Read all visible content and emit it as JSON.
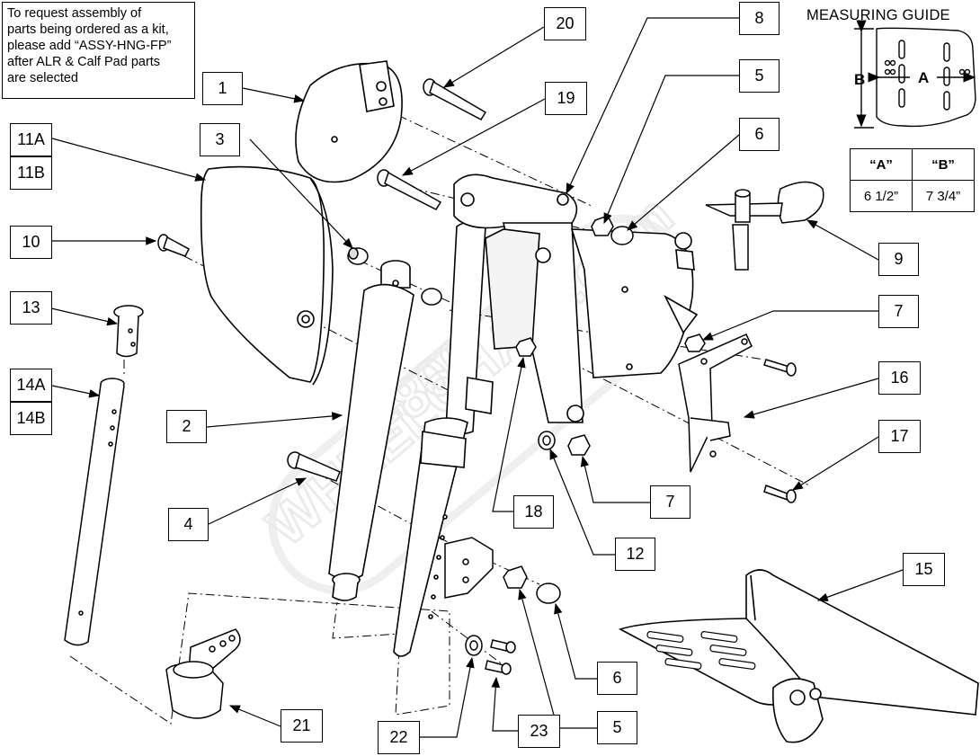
{
  "note": {
    "lines": [
      "To request assembly of",
      "parts being ordered as a kit,",
      "please add “ASSY-HNG-FP”",
      "after ALR & Calf Pad parts",
      "are selected"
    ]
  },
  "measuring_guide": {
    "title": "MEASURING GUIDE",
    "label_a": "A",
    "label_b": "B",
    "table": {
      "headers": [
        "“A”",
        "“B”"
      ],
      "values": [
        "6 1/2”",
        "7 3/4”"
      ]
    }
  },
  "callouts": {
    "c1": "1",
    "c2": "2",
    "c3": "3",
    "c4": "4",
    "c5a": "5",
    "c5b": "5",
    "c6a": "6",
    "c6b": "6",
    "c7a": "7",
    "c7b": "7",
    "c8": "8",
    "c9": "9",
    "c10": "10",
    "c11a": "11A",
    "c11b": "11B",
    "c12": "12",
    "c13": "13",
    "c14a": "14A",
    "c14b": "14B",
    "c15": "15",
    "c16": "16",
    "c17": "17",
    "c18": "18",
    "c19": "19",
    "c20": "20",
    "c21": "21",
    "c22": "22",
    "c23": "23"
  },
  "watermark": {
    "line1": "1-800",
    "line2": "WHEELCHAIR.com"
  },
  "colors": {
    "line": "#000000",
    "part_fill": "#ffffff",
    "shade": "#d9d9d9",
    "watermark": "#e6e6e6"
  }
}
